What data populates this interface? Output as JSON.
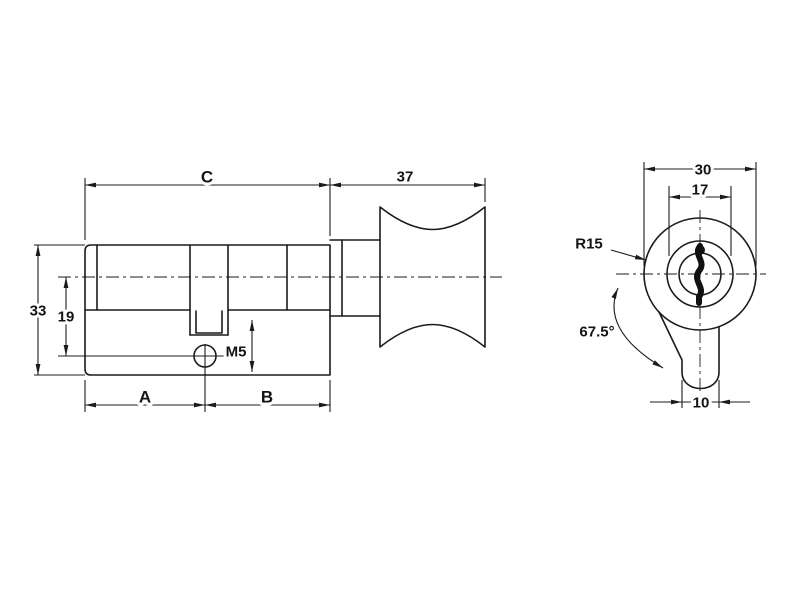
{
  "drawing": {
    "background": "#ffffff",
    "line_color": "#1b1b1b",
    "side_view": {
      "dim_length_c": "C",
      "dim_knob_length": "37",
      "dim_height_total": "33",
      "dim_center_to_hole": "19",
      "dim_a": "A",
      "dim_b": "B",
      "thread_label": "M5"
    },
    "front_view": {
      "dim_knob_diameter": "30",
      "dim_body_diameter": "17",
      "radius_label": "R15",
      "angle_label": "67.5°",
      "dim_profile_width": "10"
    }
  }
}
